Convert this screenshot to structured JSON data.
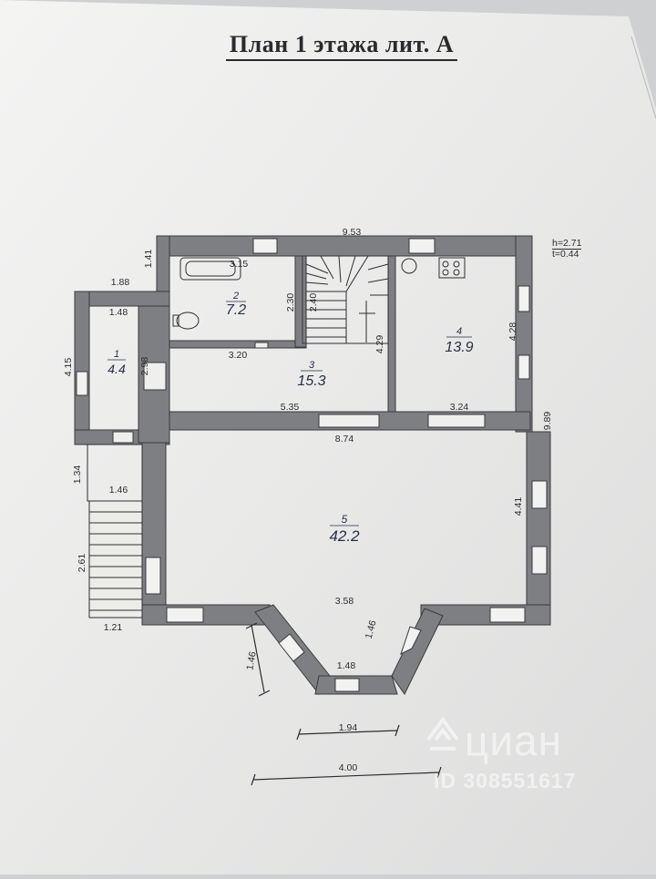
{
  "document": {
    "title": "План 1 этажа лит. А",
    "height_note": "h=2.71",
    "thickness_note": "t=0.44"
  },
  "rooms": [
    {
      "number": "1",
      "area": "4.4"
    },
    {
      "number": "2",
      "area": "7.2"
    },
    {
      "number": "3",
      "area": "15.3"
    },
    {
      "number": "4",
      "area": "13.9"
    },
    {
      "number": "5",
      "area": "42.2"
    }
  ],
  "dimensions": {
    "top_width": "9.53",
    "right_height": "9.89",
    "bath_width": "3.15",
    "bath_height": "2.30",
    "stair_width": "2.40",
    "stair_height": "4.29",
    "kitchen_height": "4.28",
    "corridor_wall": "3.20",
    "corridor_width": "5.35",
    "kitchen_width": "3.24",
    "hall_width": "8.74",
    "hall_height": "4.41",
    "hall_bottom": "3.58",
    "bay_side_right": "1.46",
    "bay_side_left": "1.46",
    "bay_front": "1.48",
    "bay_inner": "1.94",
    "bay_outer": "4.00",
    "ext_top": "1.41",
    "ext_width": "1.88",
    "vest_width": "1.48",
    "vest_height": "4.15",
    "vest_door": "2.98",
    "porch_height": "1.34",
    "porch_width": "1.46",
    "steps_height": "2.61",
    "steps_width": "1.21"
  },
  "watermark": {
    "brand": "циан",
    "listing_id": "ID 308551617"
  }
}
